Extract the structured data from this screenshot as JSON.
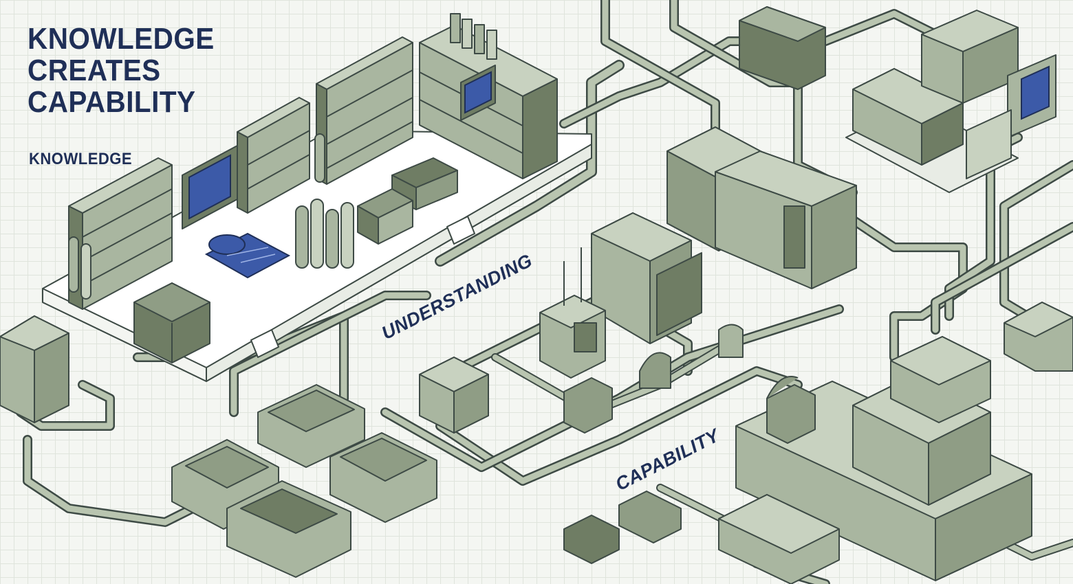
{
  "title": {
    "lines": [
      "KNOWLEDGE",
      "CREATES",
      "CAPABILITY"
    ]
  },
  "stages": {
    "knowledge": "KNOWLEDGE",
    "understanding": "UNDERSTANDING",
    "capability": "CAPABILITY"
  },
  "palette": {
    "ink": "#1f2f57",
    "outline": "#3d4a45",
    "machine_fill": "#a9b6a0",
    "machine_dark": "#6f7d64",
    "machine_light": "#c8d2c0",
    "pipe_fill": "#b9c5b0",
    "platform_fill": "#ffffff",
    "accent_blue": "#3c5aa8",
    "grid": "#dfe4dc",
    "background": "#f4f6f2"
  },
  "icons": [
    "bookshelf-icon",
    "scroll-icon",
    "blueprint-icon",
    "monitor-icon",
    "pipe-icon",
    "machine-icon",
    "stairs-icon"
  ]
}
